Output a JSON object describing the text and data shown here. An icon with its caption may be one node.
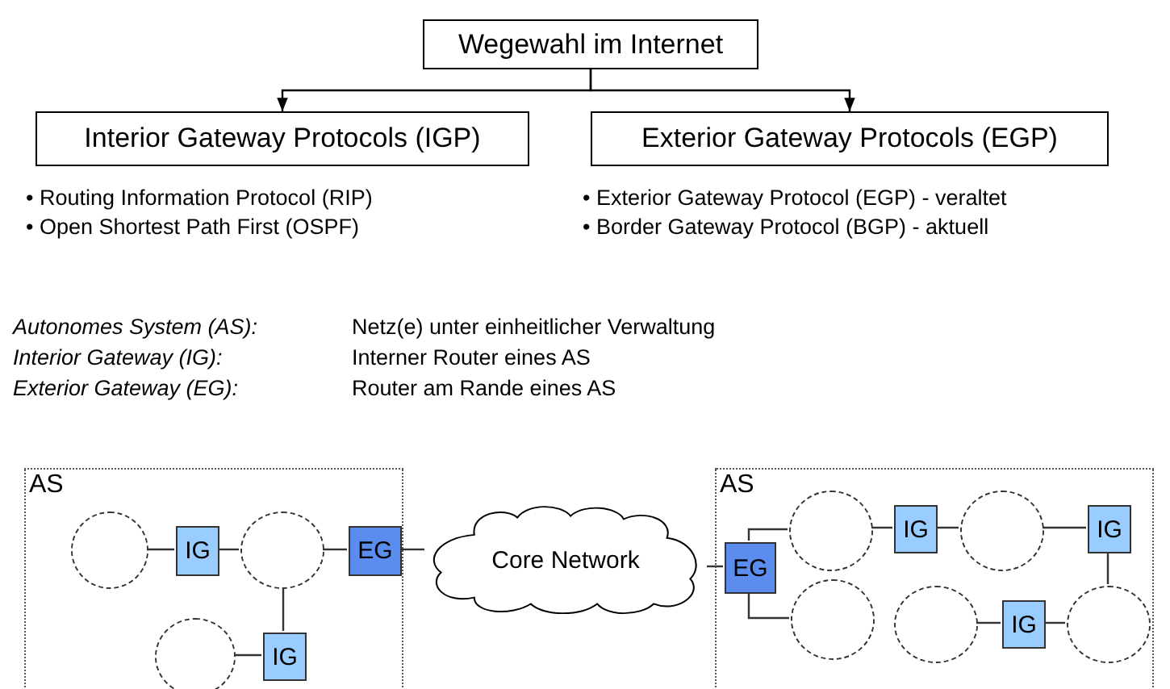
{
  "diagram": {
    "nodes": [
      {
        "text": [
          "Wegewahl im Internet"
        ]
      },
      {
        "text": [
          "Interior Gateway Protocols (IGP)"
        ]
      },
      {
        "text": [
          "Exterior Gateway Protocols (EGP)"
        ]
      },
      {
        "text": [
          "AS"
        ]
      },
      {
        "text": [],
        "shape": "circle",
        "in": 3
      },
      {
        "text": [
          "IG"
        ],
        "in": 3
      },
      {
        "text": [],
        "shape": "circle",
        "in": 3
      },
      {
        "text": [
          "EG"
        ],
        "in": 3
      },
      {
        "text": [],
        "shape": "circle",
        "in": 3
      },
      {
        "text": [
          "IG"
        ],
        "in": 3
      },
      {
        "text": [
          "Core Network"
        ]
      },
      {
        "text": [
          "AS"
        ]
      },
      {
        "text": [
          "EG"
        ],
        "in": 11
      },
      {
        "text": [],
        "shape": "circle",
        "in": 11
      },
      {
        "text": [
          "IG"
        ],
        "in": 11
      },
      {
        "text": [],
        "shape": "circle",
        "in": 11
      },
      {
        "text": [
          "IG"
        ],
        "in": 11
      },
      {
        "text": [],
        "shape": "circle",
        "in": 11
      },
      {
        "text": [],
        "shape": "circle",
        "in": 11
      },
      {
        "text": [
          "IG"
        ],
        "in": 11
      },
      {
        "text": [],
        "shape": "circle",
        "in": 11
      }
    ],
    "edges": [
      {
        "from": 0,
        "to": 1,
        "arrow": "to"
      },
      {
        "from": 0,
        "to": 2,
        "arrow": "to"
      },
      {
        "from": 4,
        "to": 5,
        "arrow": "none"
      },
      {
        "from": 5,
        "to": 6,
        "arrow": "none"
      },
      {
        "from": 6,
        "to": 7,
        "arrow": "none"
      },
      {
        "from": 6,
        "to": 9,
        "arrow": "none"
      },
      {
        "from": 8,
        "to": 9,
        "arrow": "none"
      },
      {
        "from": 7,
        "to": 10,
        "arrow": "none"
      },
      {
        "from": 10,
        "to": 12,
        "arrow": "none"
      },
      {
        "from": 12,
        "to": 13,
        "arrow": "none"
      },
      {
        "from": 12,
        "to": 17,
        "arrow": "none"
      },
      {
        "from": 13,
        "to": 14,
        "arrow": "none"
      },
      {
        "from": 14,
        "to": 15,
        "arrow": "none"
      },
      {
        "from": 15,
        "to": 16,
        "arrow": "none"
      },
      {
        "from": 16,
        "to": 20,
        "arrow": "none"
      },
      {
        "from": 18,
        "to": 19,
        "arrow": "none"
      },
      {
        "from": 19,
        "to": 20,
        "arrow": "none"
      }
    ],
    "labels": [
      "• Routing Information Protocol (RIP)",
      "• Open Shortest Path First (OSPF)",
      "• Exterior Gateway Protocol (EGP) - veraltet",
      "• Border Gateway Protocol (BGP) - aktuell",
      "Autonomes System (AS):",
      "Netz(e) unter einheitlicher Verwaltung",
      "Interior Gateway (IG):",
      "Interner Router eines AS",
      "Exterior Gateway (EG):",
      "Router am Rande eines AS"
    ]
  }
}
